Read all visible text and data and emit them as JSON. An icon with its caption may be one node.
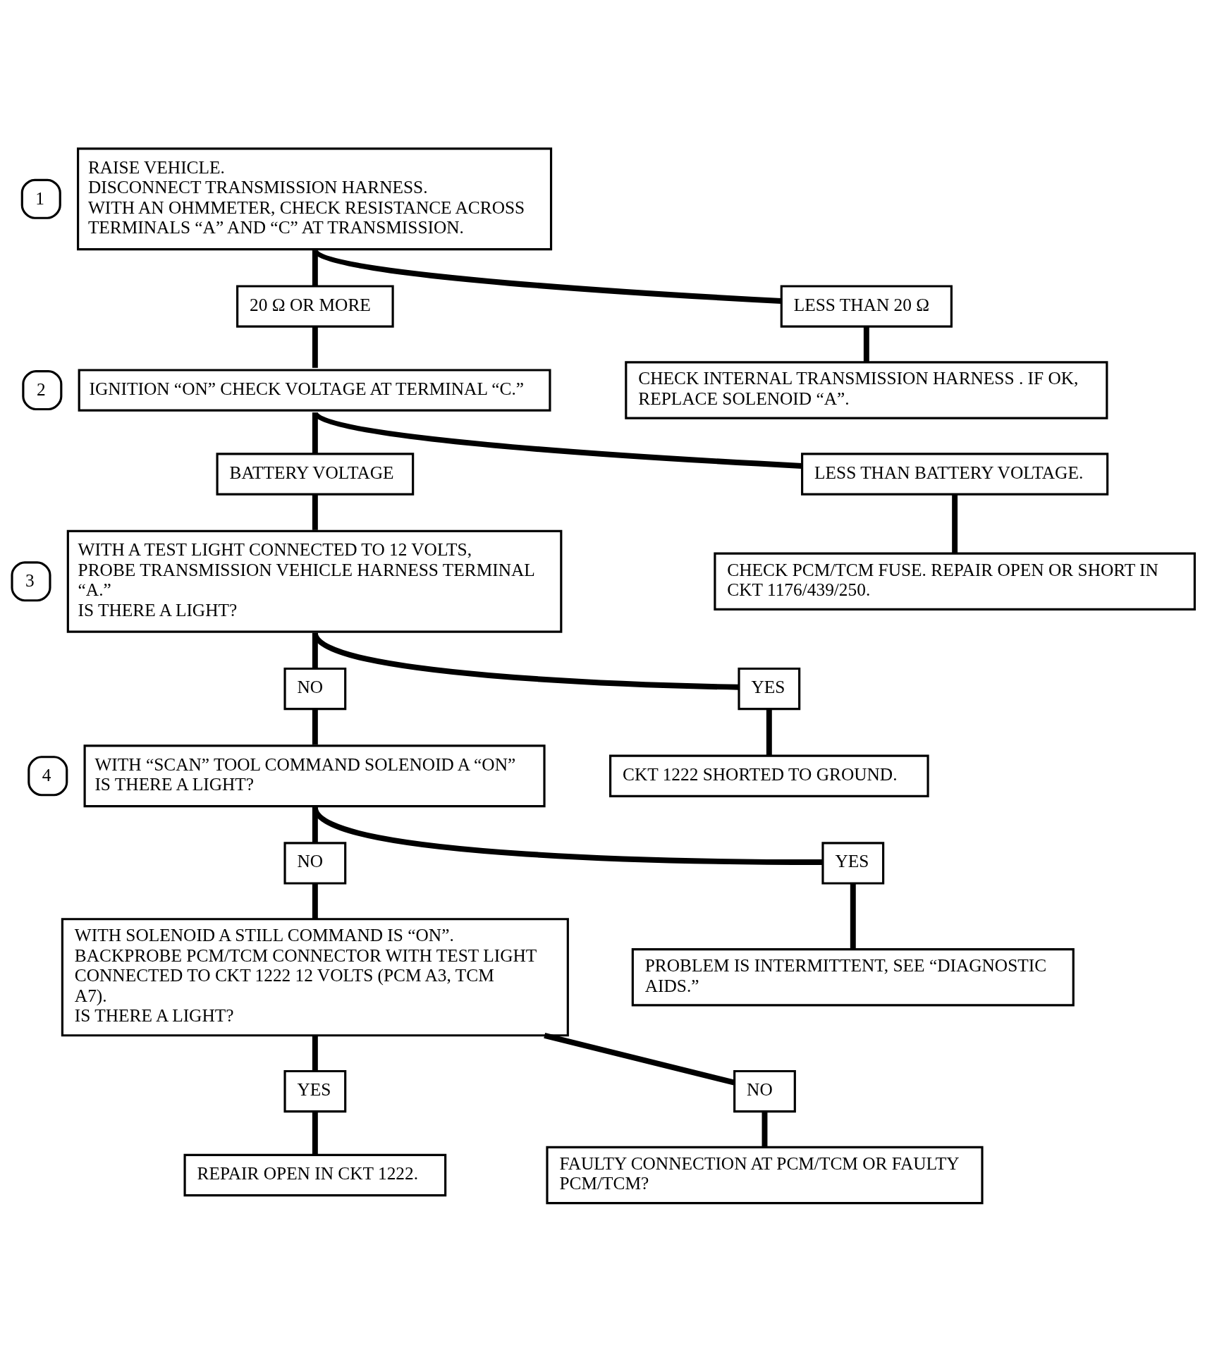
{
  "diagram": {
    "nodes": [
      {
        "text": [
          "RAISE VEHICLE.",
          "DISCONNECT TRANSMISSION HARNESS.",
          "WITH AN OHMMETER, CHECK RESISTANCE ACROSS TERMINALS “A” AND “C” AT TRANSMISSION."
        ],
        "beside": [
          "1"
        ]
      },
      {
        "text": [
          "20 Ω OR MORE"
        ]
      },
      {
        "text": [
          "LESS THAN 20 Ω"
        ]
      },
      {
        "text": [
          "IGNITION “ON” CHECK VOLTAGE AT TERMINAL “C.”"
        ],
        "beside": [
          "2"
        ]
      },
      {
        "text": [
          "CHECK INTERNAL TRANSMISSION HARNESS . IF OK, REPLACE SOLENOID “A”."
        ]
      },
      {
        "text": [
          "BATTERY VOLTAGE"
        ]
      },
      {
        "text": [
          "LESS THAN BATTERY VOLTAGE."
        ]
      },
      {
        "text": [
          "WITH A TEST LIGHT CONNECTED TO 12 VOLTS, PROBE TRANSMISSION VEHICLE HARNESS TERMINAL “A.”",
          "IS THERE A LIGHT?"
        ],
        "beside": [
          "3"
        ]
      },
      {
        "text": [
          "CHECK PCM/TCM FUSE. REPAIR OPEN OR SHORT IN CKT 1176/439/250."
        ]
      },
      {
        "text": [
          "NO"
        ]
      },
      {
        "text": [
          "YES"
        ]
      },
      {
        "text": [
          "WITH “SCAN” TOOL COMMAND SOLENOID A “ON”",
          "IS THERE A LIGHT?"
        ],
        "beside": [
          "4"
        ]
      },
      {
        "text": [
          "CKT 1222 SHORTED TO GROUND."
        ]
      },
      {
        "text": [
          "NO"
        ]
      },
      {
        "text": [
          "YES"
        ]
      },
      {
        "text": [
          "WITH SOLENOID A STILL COMMAND IS “ON”. BACKPROBE PCM/TCM CONNECTOR WITH TEST LIGHT CONNECTED TO CKT 1222 12 VOLTS (PCM A3, TCM A7).",
          "IS THERE A LIGHT?"
        ]
      },
      {
        "text": [
          "PROBLEM IS INTERMITTENT, SEE “DIAGNOSTIC AIDS.”"
        ]
      },
      {
        "text": [
          "YES"
        ]
      },
      {
        "text": [
          "NO"
        ]
      },
      {
        "text": [
          "REPAIR OPEN IN CKT 1222."
        ]
      },
      {
        "text": [
          "FAULTY CONNECTION AT PCM/TCM OR FAULTY PCM/TCM?"
        ]
      }
    ],
    "edges": [
      {
        "from": 0,
        "to": 1,
        "arrow": "none"
      },
      {
        "from": 0,
        "to": 2,
        "arrow": "none"
      },
      {
        "from": 1,
        "to": 3,
        "arrow": "none"
      },
      {
        "from": 2,
        "to": 4,
        "arrow": "none"
      },
      {
        "from": 3,
        "to": 5,
        "arrow": "none"
      },
      {
        "from": 3,
        "to": 6,
        "arrow": "none"
      },
      {
        "from": 5,
        "to": 7,
        "arrow": "none"
      },
      {
        "from": 6,
        "to": 8,
        "arrow": "none"
      },
      {
        "from": 7,
        "to": 9,
        "arrow": "none"
      },
      {
        "from": 7,
        "to": 10,
        "arrow": "none"
      },
      {
        "from": 9,
        "to": 11,
        "arrow": "none"
      },
      {
        "from": 10,
        "to": 12,
        "arrow": "none"
      },
      {
        "from": 11,
        "to": 13,
        "arrow": "none"
      },
      {
        "from": 11,
        "to": 14,
        "arrow": "none"
      },
      {
        "from": 13,
        "to": 15,
        "arrow": "none"
      },
      {
        "from": 14,
        "to": 16,
        "arrow": "none"
      },
      {
        "from": 15,
        "to": 17,
        "arrow": "none"
      },
      {
        "from": 15,
        "to": 18,
        "arrow": "none"
      },
      {
        "from": 17,
        "to": 19,
        "arrow": "none"
      },
      {
        "from": 18,
        "to": 20,
        "arrow": "none"
      }
    ]
  }
}
